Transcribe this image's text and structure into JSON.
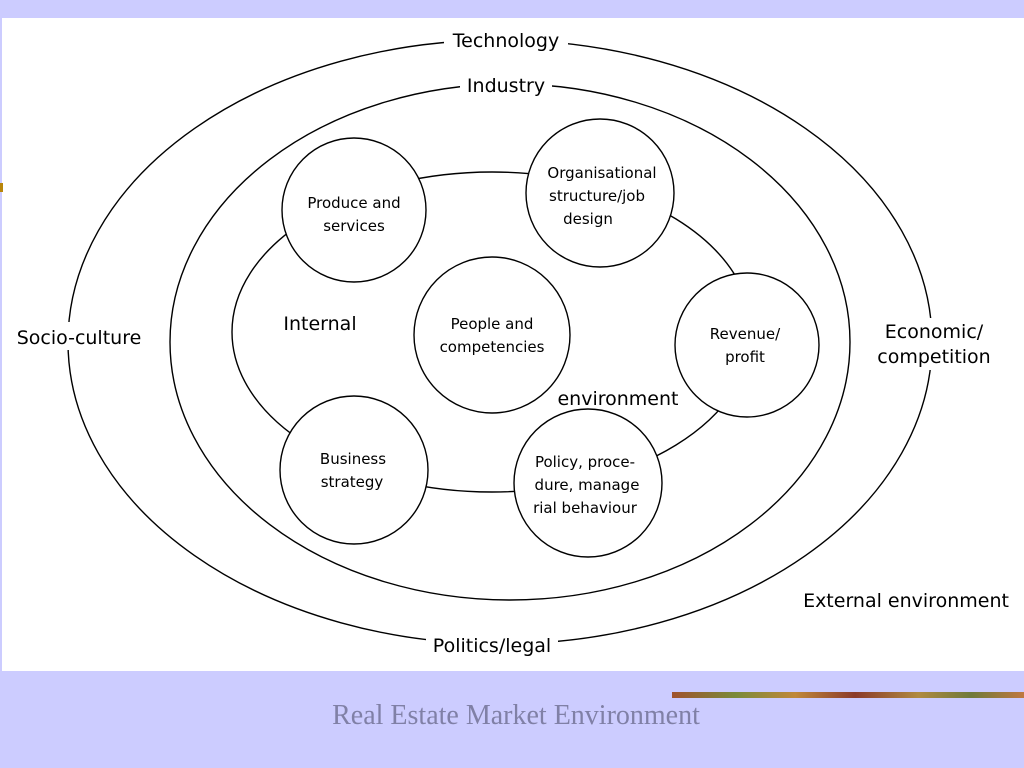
{
  "slide": {
    "title": "Real Estate Market Environment",
    "colors": {
      "background": "#ccccff",
      "panel": "#ffffff",
      "title": "#8080a6",
      "line": "#000000"
    }
  },
  "diagram": {
    "outer_ring_labels": {
      "top": "Technology",
      "bottom": "Politics/legal",
      "left": "Socio-culture",
      "right_line1": "Economic/",
      "right_line2": "competition"
    },
    "middle_ring_label": "Industry",
    "external_label": "External environment",
    "internal_label": "Internal",
    "internal_label_2": "environment",
    "nodes": {
      "produce": [
        "Produce and",
        "services"
      ],
      "organisational": [
        "Organisational",
        "structure/job",
        "design"
      ],
      "people": [
        "People and",
        "competencies"
      ],
      "revenue": [
        "Revenue/",
        "profit"
      ],
      "policy": [
        "Policy, proce-",
        "dure, manage",
        "rial behaviour"
      ],
      "business": [
        "Business",
        "strategy"
      ]
    }
  }
}
